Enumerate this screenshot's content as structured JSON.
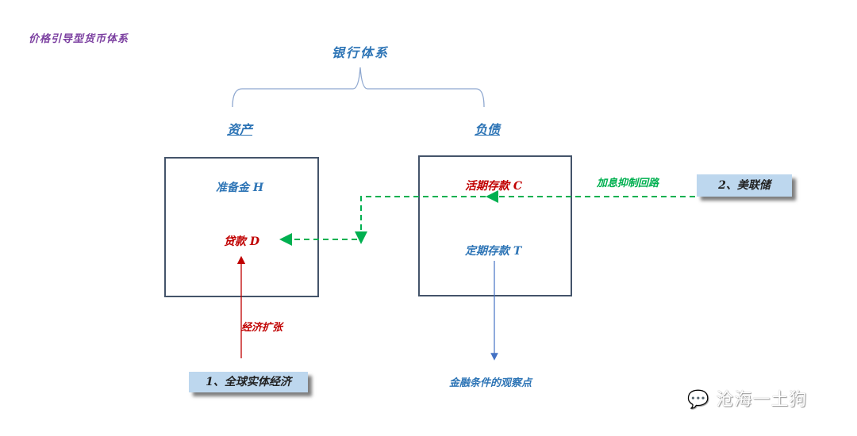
{
  "title": "价格引导型货币体系",
  "bank_system": {
    "label": "银行体系",
    "assets": {
      "label": "资产",
      "items": [
        {
          "name": "准备金 H",
          "color": "#2e75b6"
        },
        {
          "name": "贷款 D",
          "color": "#c00000"
        }
      ]
    },
    "liabilities": {
      "label": "负债",
      "items": [
        {
          "name": "活期存款 C",
          "color": "#c00000"
        },
        {
          "name": "定期存款 T",
          "color": "#2e75b6"
        }
      ]
    }
  },
  "actors": {
    "global_economy": "1、全球实体经济",
    "fed": "2、美联储"
  },
  "flows": {
    "economic_expansion": "经济扩张",
    "rate_hike_suppression": "加息抑制回路",
    "observation_point": "金融条件的观察点"
  },
  "colors": {
    "blue": "#2e75b6",
    "red": "#c00000",
    "green": "#00b050",
    "purple": "#7b3fa0",
    "actor_fill": "#bdd7ee",
    "box_border": "#44546a"
  },
  "watermark": "沧海一土狗"
}
